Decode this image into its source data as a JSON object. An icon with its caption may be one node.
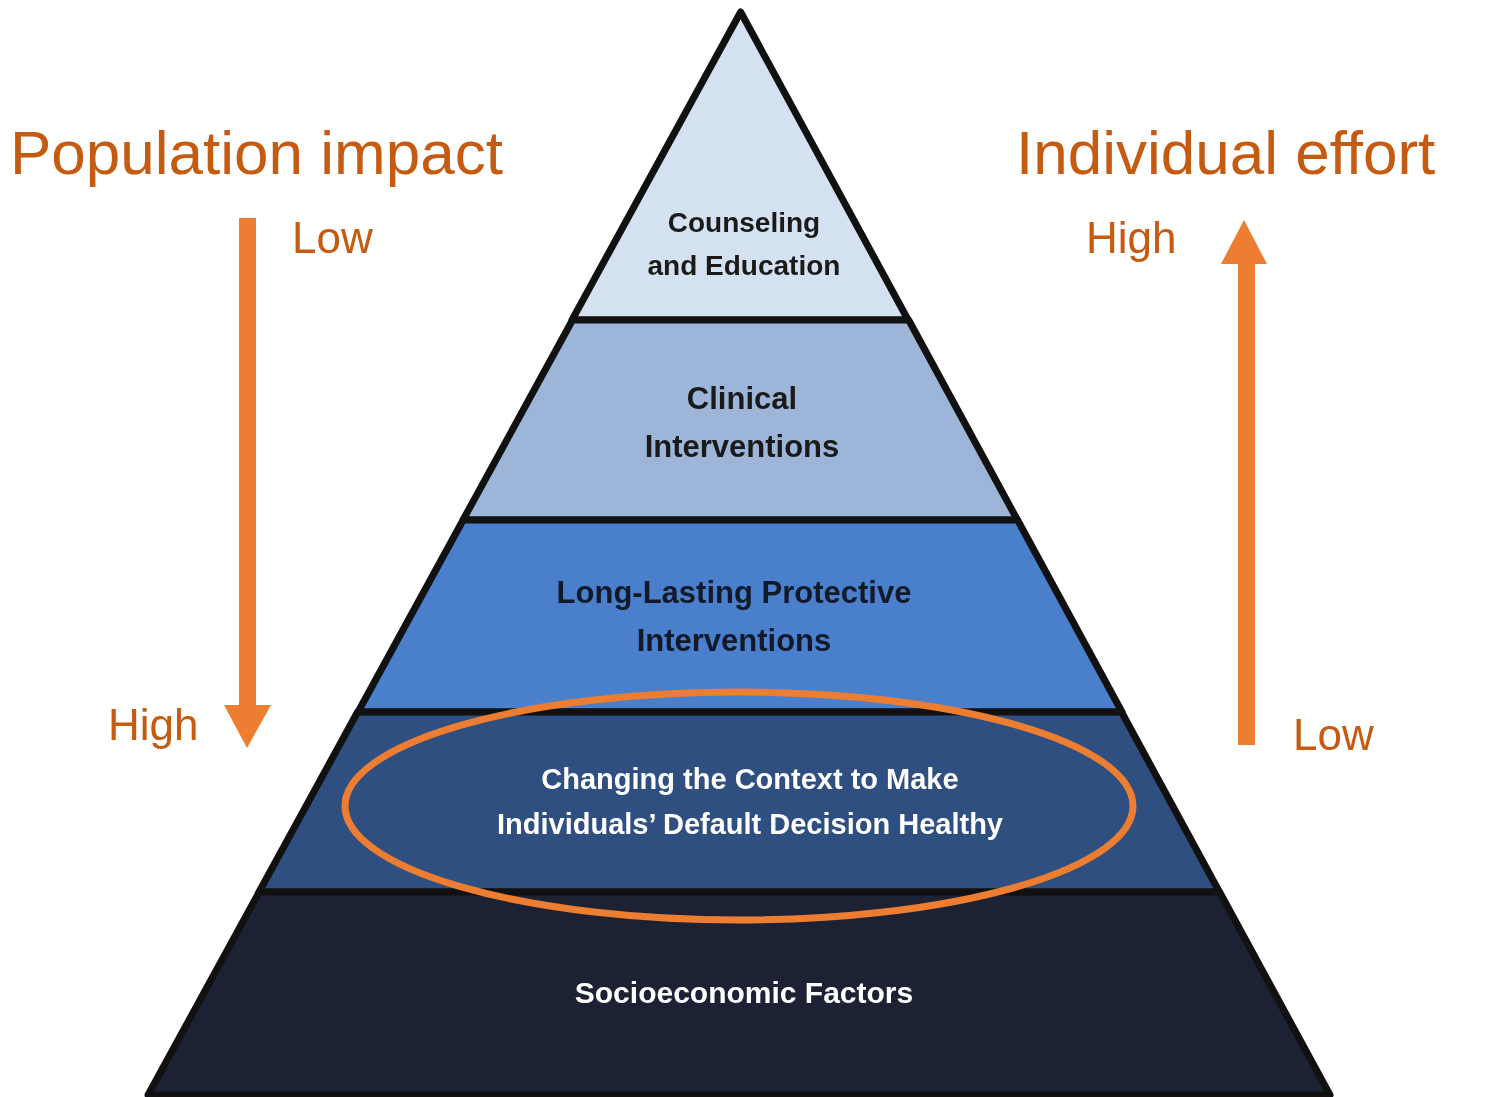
{
  "diagram": {
    "nodes": [
      {
        "text": [
          "Counseling and Education"
        ]
      },
      {
        "text": [
          "Clinical Interventions"
        ]
      },
      {
        "text": [
          "Long-Lasting Protective Interventions"
        ]
      },
      {
        "text": [
          "Changing the Context to Make Individuals’ Default Decision Healthy"
        ]
      },
      {
        "text": [
          "Socioeconomic Factors"
        ]
      }
    ],
    "labels": [
      "Population impact",
      "Individual effort",
      "Low",
      "High",
      "High",
      "Low"
    ]
  }
}
